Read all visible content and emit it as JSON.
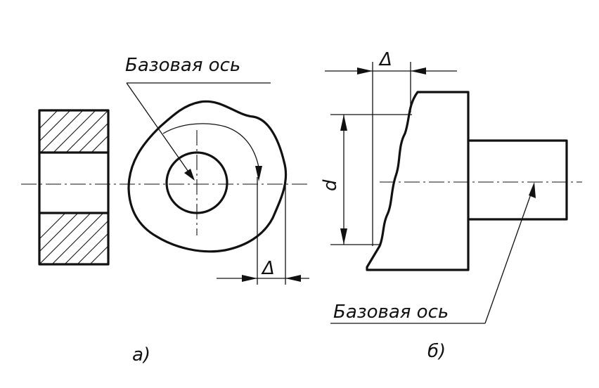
{
  "labels": {
    "base_axis_a": "Базовая ось",
    "base_axis_b": "Базовая ось",
    "delta_a": "Δ",
    "delta_b": "Δ",
    "diameter": "d",
    "view_a": "а)",
    "view_b": "б)"
  }
}
